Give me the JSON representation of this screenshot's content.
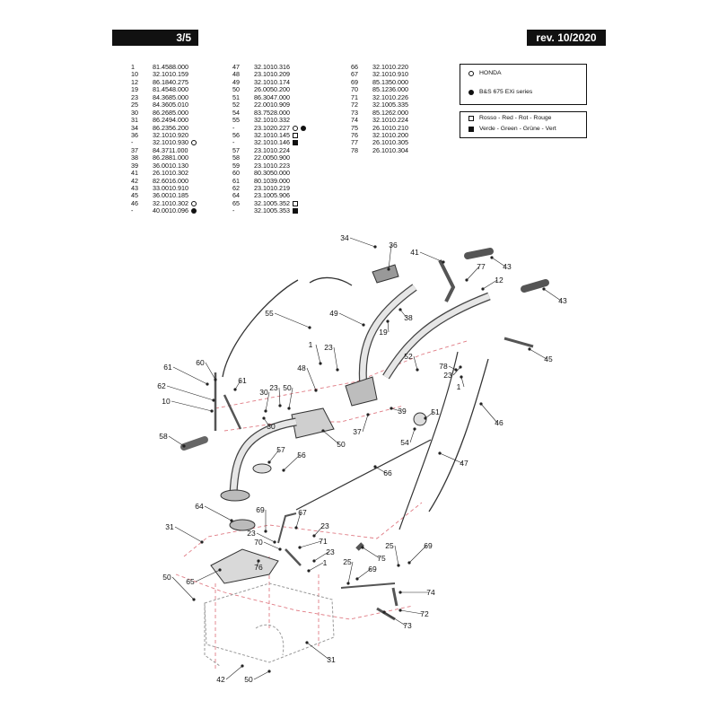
{
  "header": {
    "page": "3/5",
    "revision": "rev. 10/2020"
  },
  "parts_columns": [
    [
      {
        "ref": "1",
        "code": "81.4588.000"
      },
      {
        "ref": "10",
        "code": "32.1010.159"
      },
      {
        "ref": "12",
        "code": "86.1840.275"
      },
      {
        "ref": "19",
        "code": "81.4548.000"
      },
      {
        "ref": "23",
        "code": "84.3685.000"
      },
      {
        "ref": "25",
        "code": "84.3605.010"
      },
      {
        "ref": "30",
        "code": "86.2685.000"
      },
      {
        "ref": "31",
        "code": "86.2494.000"
      },
      {
        "ref": "34",
        "code": "86.2356.200"
      },
      {
        "ref": "36",
        "code": "32.1010.920"
      },
      {
        "ref": "-",
        "code": "32.1010.930",
        "marker": "open-circle"
      },
      {
        "ref": "37",
        "code": "84.3711.000"
      },
      {
        "ref": "38",
        "code": "86.2881.000"
      },
      {
        "ref": "39",
        "code": "36.0010.130"
      },
      {
        "ref": "41",
        "code": "26.1010.302"
      },
      {
        "ref": "42",
        "code": "82.6016.000"
      },
      {
        "ref": "43",
        "code": "33.0010.910"
      },
      {
        "ref": "45",
        "code": "36.0010.185"
      },
      {
        "ref": "46",
        "code": "32.1010.302",
        "marker": "open-circle"
      },
      {
        "ref": "-",
        "code": "40.0010.096",
        "marker": "filled-circle"
      }
    ],
    [
      {
        "ref": "47",
        "code": "32.1010.316"
      },
      {
        "ref": "48",
        "code": "23.1010.209"
      },
      {
        "ref": "49",
        "code": "32.1010.174"
      },
      {
        "ref": "50",
        "code": "26.0050.200"
      },
      {
        "ref": "51",
        "code": "86.3047.000"
      },
      {
        "ref": "52",
        "code": "22.0010.909"
      },
      {
        "ref": "54",
        "code": "83.7528.000"
      },
      {
        "ref": "55",
        "code": "32.1010.332"
      },
      {
        "ref": "-",
        "code": "23.1020.227",
        "marker": "open-circle",
        "marker2": "filled-circle"
      },
      {
        "ref": "56",
        "code": "32.1010.145",
        "marker": "open-square"
      },
      {
        "ref": "-",
        "code": "32.1010.146",
        "marker": "filled-square"
      },
      {
        "ref": "57",
        "code": "23.1010.224"
      },
      {
        "ref": "58",
        "code": "22.0050.900"
      },
      {
        "ref": "59",
        "code": "23.1010.223"
      },
      {
        "ref": "60",
        "code": "80.3050.000"
      },
      {
        "ref": "61",
        "code": "80.1039.000"
      },
      {
        "ref": "62",
        "code": "23.1010.219"
      },
      {
        "ref": "64",
        "code": "23.1005.906"
      },
      {
        "ref": "65",
        "code": "32.1005.352",
        "marker": "open-square"
      },
      {
        "ref": "-",
        "code": "32.1005.353",
        "marker": "filled-square"
      }
    ],
    [
      {
        "ref": "66",
        "code": "32.1010.220"
      },
      {
        "ref": "67",
        "code": "32.1010.910"
      },
      {
        "ref": "69",
        "code": "85.1350.000"
      },
      {
        "ref": "70",
        "code": "85.1236.000"
      },
      {
        "ref": "71",
        "code": "32.1010.226"
      },
      {
        "ref": "72",
        "code": "32.1005.335"
      },
      {
        "ref": "73",
        "code": "85.1262.000"
      },
      {
        "ref": "74",
        "code": "32.1010.224"
      },
      {
        "ref": "75",
        "code": "26.1010.210"
      },
      {
        "ref": "76",
        "code": "32.1010.200"
      },
      {
        "ref": "77",
        "code": "26.1010.305"
      },
      {
        "ref": "78",
        "code": "26.1010.304"
      }
    ]
  ],
  "legend_engine": [
    {
      "marker": "open-circle",
      "label": "HONDA"
    },
    {
      "marker": "filled-circle",
      "label": "B&S 675 EXi series"
    }
  ],
  "legend_color": [
    {
      "marker": "open-square",
      "label": "Rosso - Red - Rot - Rouge"
    },
    {
      "marker": "filled-square",
      "label": "Verde - Green - Grüne - Vert"
    }
  ],
  "callouts": [
    "34",
    "36",
    "41",
    "77",
    "43",
    "12",
    "43",
    "55",
    "49",
    "38",
    "19",
    "1",
    "23",
    "52",
    "78",
    "23",
    "1",
    "45",
    "48",
    "60",
    "61",
    "61",
    "62",
    "10",
    "30",
    "23",
    "50",
    "30",
    "39",
    "37",
    "51",
    "54",
    "58",
    "50",
    "57",
    "56",
    "46",
    "47",
    "66",
    "64",
    "69",
    "67",
    "23",
    "31",
    "23",
    "70",
    "71",
    "23",
    "1",
    "76",
    "65",
    "25",
    "69",
    "75",
    "25",
    "69",
    "50",
    "74",
    "72",
    "73",
    "31",
    "42",
    "50"
  ]
}
